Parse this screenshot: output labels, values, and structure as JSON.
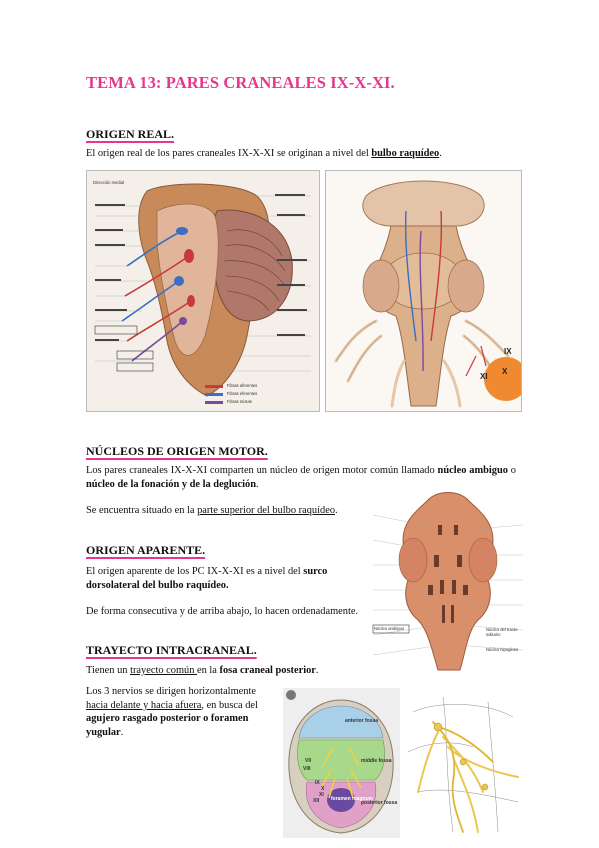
{
  "title": "TEMA 13: PARES CRANEALES IX-X-XI.",
  "sections": {
    "origen_real": {
      "heading": "ORIGEN REAL.",
      "text_pre": "El origen real de los pares craneales IX-X-XI se originan a nivel del ",
      "text_bold_u": "bulbo raquídeo",
      "text_post": "."
    },
    "nucleos": {
      "heading": "NÚCLEOS DE ORIGEN MOTOR.",
      "p1_a": "Los pares craneales IX-X-XI comparten un núcleo de origen motor común llamado ",
      "p1_b": "núcleo ambiguo",
      "p1_c": " o ",
      "p1_d": "núcleo de la fonación y de la deglución",
      "p1_e": ".",
      "p2_a": "Se encuentra situado en la ",
      "p2_u": "parte superior del bulbo raquídeo",
      "p2_c": "."
    },
    "aparente": {
      "heading": "ORIGEN APARENTE.",
      "p1_a": "El origen aparente de los PC IX-X-XI es a nivel del ",
      "p1_b": "surco dorsolateral del bulbo raquídeo.",
      "p2": "De forma consecutiva y de arriba abajo, lo hacen ordenadamente."
    },
    "trayecto": {
      "heading": "TRAYECTO INTRACRANEAL.",
      "p1_a": "Tienen un ",
      "p1_u": "trayecto común ",
      "p1_c": "en la ",
      "p1_d": "fosa craneal posterior",
      "p1_e": ".",
      "p2_a": "Los 3 nervios se dirigen horizontalmente ",
      "p2_u": "hacia delante y hacia afuera",
      "p2_c": ", en busca del ",
      "p2_d": "agujero rasgado posterior o foramen yugular",
      "p2_e": "."
    }
  },
  "figures": {
    "fig1_labels": [
      "Dirección medial",
      "Fibras aferentes",
      "Fibras eferentes",
      "Fibras mixtas"
    ],
    "fig2_labels": [
      "IX",
      "XI",
      "X"
    ],
    "fig3_labels": [
      "Núcleo ambiguo",
      "Núcleo del tracto solitario",
      "Núcleo hipogloso"
    ],
    "fig4_labels": [
      "anterior fossa",
      "middle fossa",
      "foramen magnum",
      "posterior fossa",
      "VIII",
      "VII",
      "IX",
      "X",
      "XI",
      "XII"
    ]
  },
  "colors": {
    "accent": "#e8368f",
    "nerve_orange": "#f08a30",
    "brain_tan": "#d9b58d"
  }
}
